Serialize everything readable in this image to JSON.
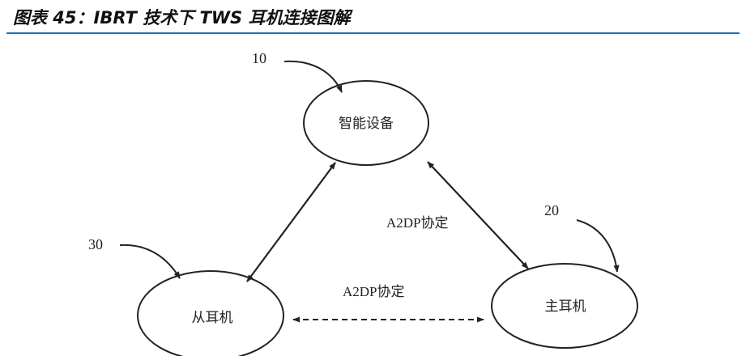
{
  "figure": {
    "caption": "图表 45：IBRT 技术下 TWS 耳机连接图解",
    "accent_color": "#1f6fb4"
  },
  "nodes": {
    "smart_device": {
      "label": "智能设备",
      "ref": "10"
    },
    "slave_earbud": {
      "label": "从耳机",
      "ref": "30"
    },
    "master_earbud": {
      "label": "主耳机",
      "ref": "20"
    }
  },
  "edges": {
    "device_master": {
      "label": "A2DP协定",
      "style": "solid",
      "direction": "bidirectional"
    },
    "device_slave": {
      "label": "",
      "style": "solid",
      "direction": "bidirectional"
    },
    "slave_master": {
      "label": "A2DP协定",
      "style": "dashed",
      "direction": "bidirectional"
    }
  }
}
